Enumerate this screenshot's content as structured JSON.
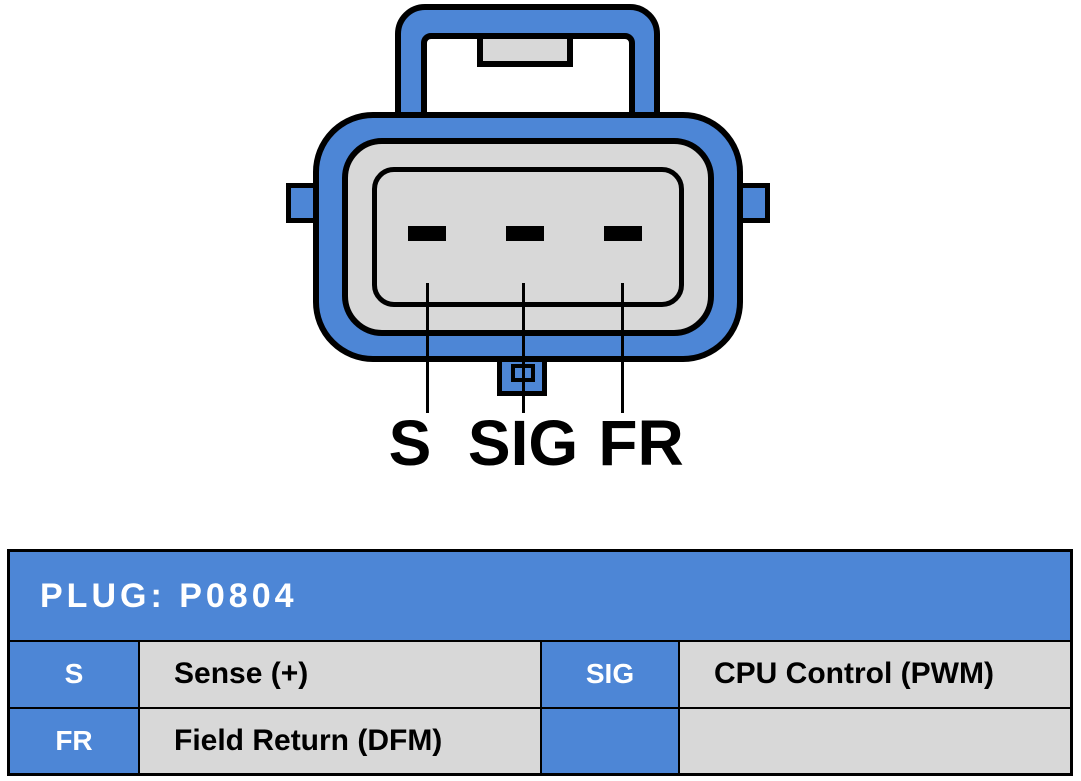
{
  "diagram": {
    "pin_labels": [
      "S",
      "SIG",
      "FR"
    ]
  },
  "table": {
    "header": "PLUG: P0804",
    "rows": [
      [
        "S",
        "Sense (+)",
        "SIG",
        "CPU Control (PWM)"
      ],
      [
        "FR",
        "Field Return (DFM)",
        "",
        ""
      ]
    ]
  },
  "colors": {
    "blue": "#4d86d6",
    "gray": "#d8d8d8",
    "outline": "#000000",
    "header_text": "#ffffff"
  }
}
